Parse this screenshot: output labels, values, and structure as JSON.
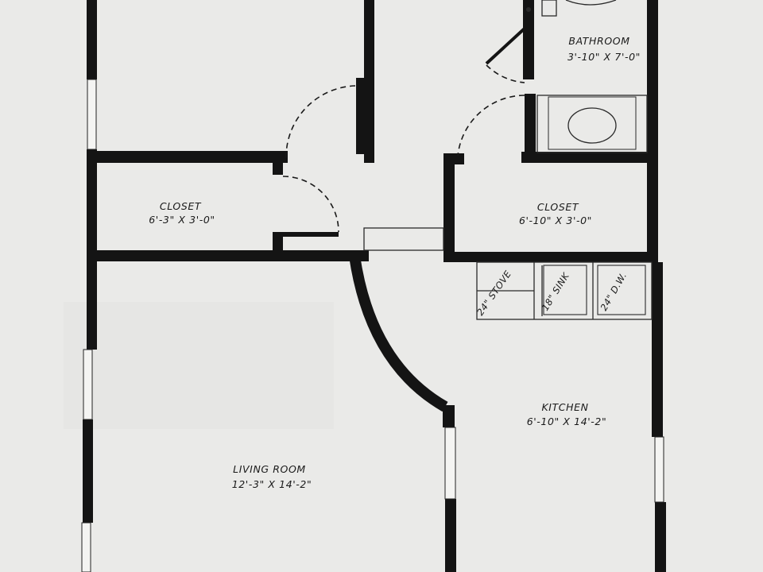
{
  "rooms": {
    "bathroom": {
      "name": "BATHROOM",
      "size": "3'-10\" X 7'-0\""
    },
    "closet_left": {
      "name": "CLOSET",
      "size": "6'-3\" X 3'-0\""
    },
    "closet_right": {
      "name": "CLOSET",
      "size": "6'-10\" X 3'-0\""
    },
    "kitchen": {
      "name": "KITCHEN",
      "size": "6'-10\" X 14'-2\""
    },
    "living_room": {
      "name": "LIVING ROOM",
      "size": "12'-3\" X 14'-2\""
    }
  },
  "fixtures": {
    "stove": "24\" STOVE",
    "sink": "18\" SINK",
    "dishwasher": "24\" D.W."
  }
}
